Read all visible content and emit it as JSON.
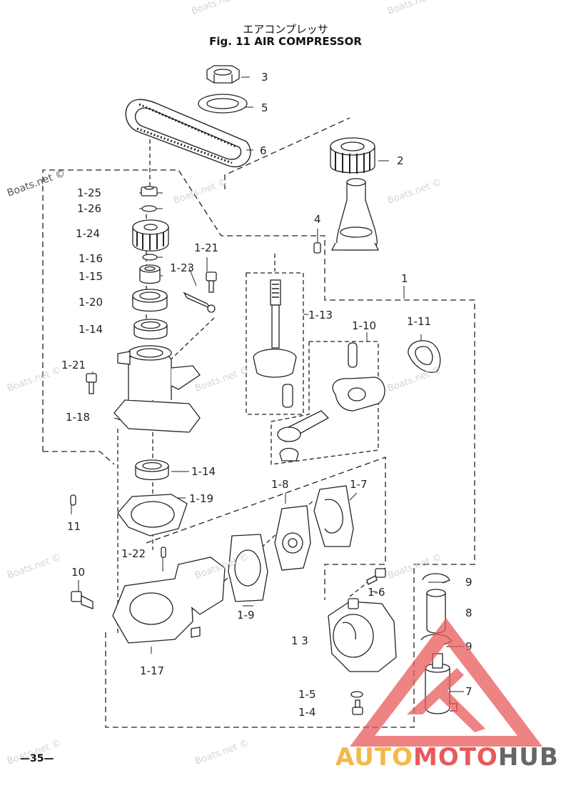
{
  "title": {
    "jp": "エアコンプレッサ",
    "en": "Fig. 11   AIR COMPRESSOR"
  },
  "watermark": "Boats.net ©",
  "page_number": "—35—",
  "brand": {
    "part1": "AUTO",
    "part2": "MOTO",
    "part3": "HUB"
  },
  "parts": [
    "3",
    "5",
    "6",
    "2",
    "4",
    "1",
    "1-25",
    "1-26",
    "1-24",
    "1-16",
    "1-15",
    "1-20",
    "1-14",
    "1-21",
    "1-23",
    "1-13",
    "1-10",
    "1-11",
    "1-21",
    "1-18",
    "1-14",
    "1-19",
    "11",
    "1-8",
    "1-7",
    "1-22",
    "10",
    "1-6",
    "9",
    "8",
    "1-9",
    "1 3",
    "9",
    "1-17",
    "7",
    "1-5",
    "1-4"
  ],
  "colors": {
    "line": "#222222",
    "watermark": "#d4d4d4",
    "triangle": "#e85a5a",
    "brand_a": "#f2b84a",
    "brand_m": "#e85a5a",
    "brand_h": "#666666"
  }
}
